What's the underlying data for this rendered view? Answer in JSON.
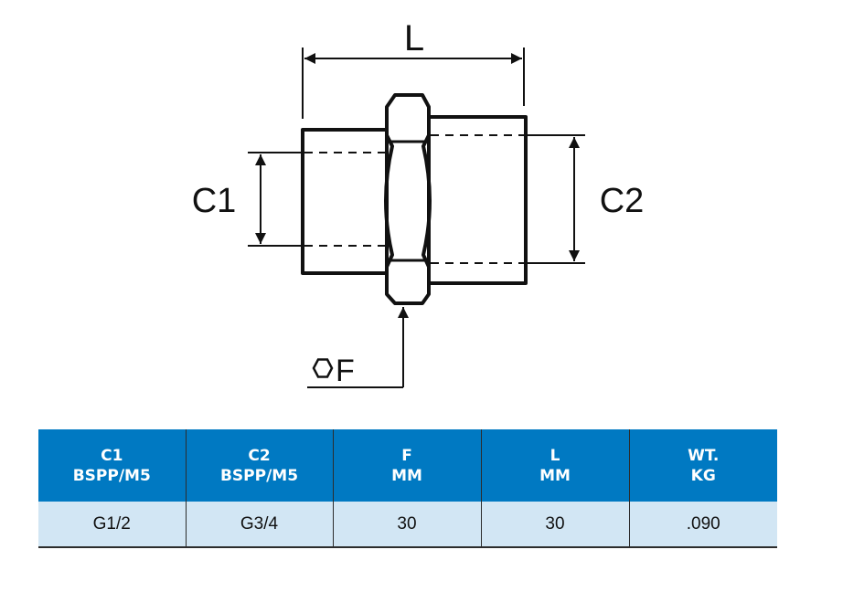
{
  "diagram": {
    "labels": {
      "length": "L",
      "c1": "C1",
      "c2": "C2",
      "hex_flats": "F"
    },
    "colors": {
      "stroke": "#111111"
    }
  },
  "table": {
    "header_color": "#0079c2",
    "row_color": "#d2e6f4",
    "columns": [
      {
        "line1": "C1",
        "line2": "BSPP/M5"
      },
      {
        "line1": "C2",
        "line2": "BSPP/M5"
      },
      {
        "line1": "F",
        "line2": "MM"
      },
      {
        "line1": "L",
        "line2": "MM"
      },
      {
        "line1": "WT.",
        "line2": "KG"
      }
    ],
    "rows": [
      [
        "G1/2",
        "G3/4",
        "30",
        "30",
        ".090"
      ]
    ]
  }
}
